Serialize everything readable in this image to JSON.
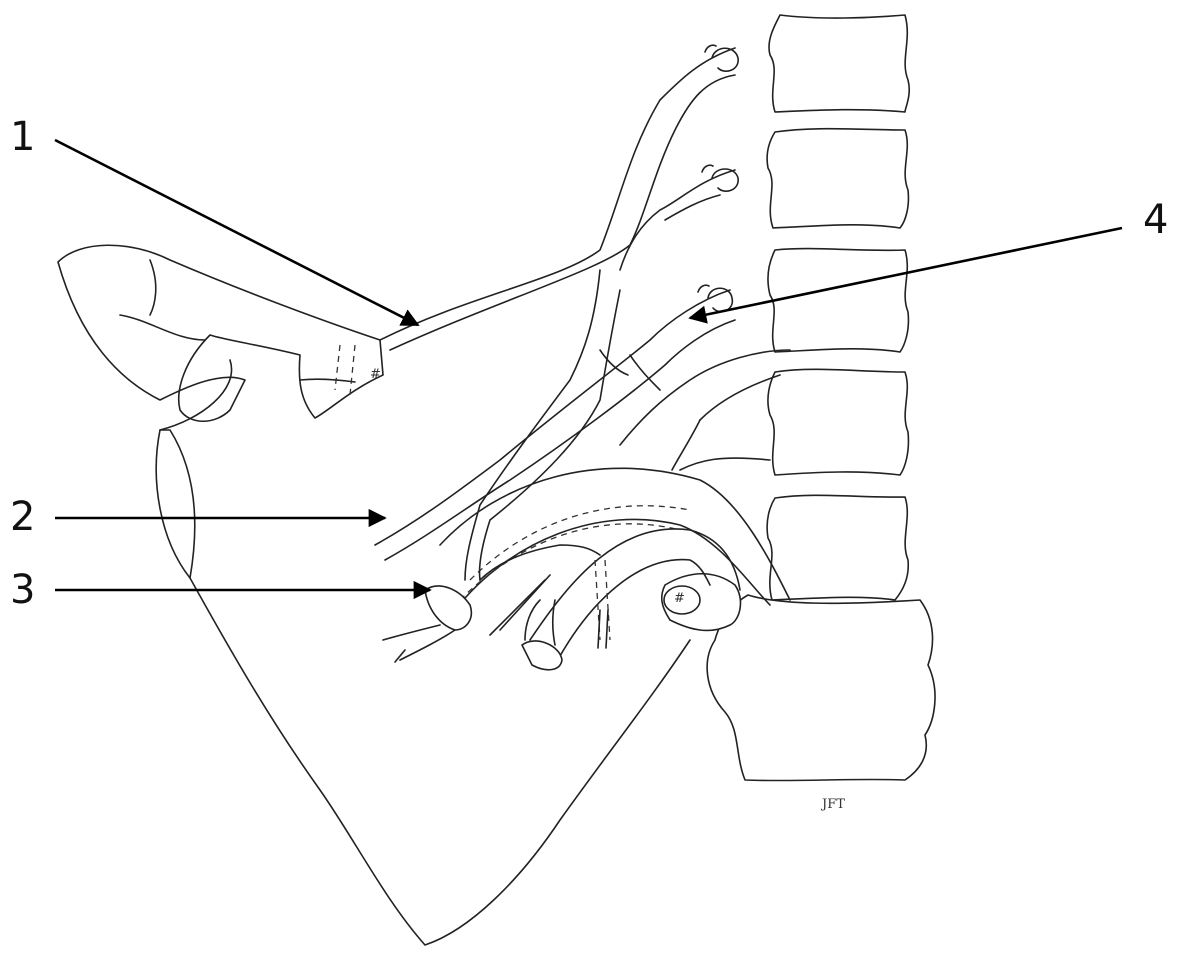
{
  "labels": {
    "l1": "1",
    "l2": "2",
    "l3": "3",
    "l4": "4"
  },
  "marks": {
    "hash_acromion": "#",
    "hash_clavicle": "#",
    "signature": "JFT"
  }
}
